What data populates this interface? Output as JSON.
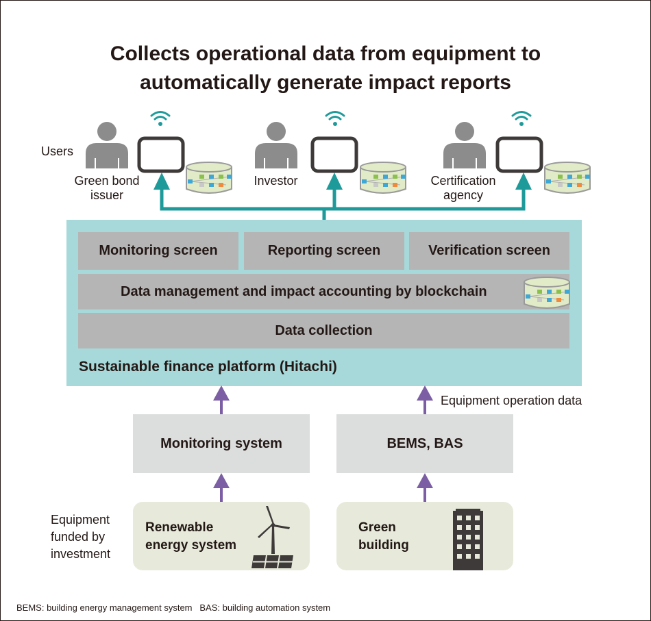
{
  "title": {
    "line1": "Collects operational data from equipment to",
    "line2": "automatically generate impact reports"
  },
  "users": {
    "label": "Users",
    "items": [
      {
        "name_line1": "Green bond",
        "name_line2": "issuer",
        "icons": [
          "person-icon",
          "tablet-icon",
          "wifi-icon",
          "blockchain-database-icon"
        ]
      },
      {
        "name_line1": "Investor",
        "name_line2": "",
        "icons": [
          "person-icon",
          "tablet-icon",
          "wifi-icon",
          "blockchain-database-icon"
        ]
      },
      {
        "name_line1": "Certification",
        "name_line2": "agency",
        "icons": [
          "person-icon",
          "tablet-icon",
          "wifi-icon",
          "blockchain-database-icon"
        ]
      }
    ]
  },
  "platform": {
    "name": "Sustainable finance platform (Hitachi)",
    "screens": [
      "Monitoring screen",
      "Reporting screen",
      "Verification screen"
    ],
    "blockchain_layer": "Data management and impact accounting by blockchain",
    "collection_layer": "Data collection"
  },
  "flow_label": "Equipment operation data",
  "systems": [
    "Monitoring system",
    "BEMS, BAS"
  ],
  "equipment": {
    "label_line1": "Equipment",
    "label_line2": "funded by",
    "label_line3": "investment",
    "items": [
      {
        "line1": "Renewable",
        "line2": "energy system",
        "icon": "wind-turbine-solar-icon"
      },
      {
        "line1": "Green",
        "line2": "building",
        "icon": "building-icon"
      }
    ]
  },
  "footnote": "BEMS: building energy management system   BAS: building automation system",
  "colors": {
    "teal_arrow": "#1f9a9a",
    "purple_arrow": "#7b5ea3",
    "platform_bg": "#a7d9da",
    "layer_gray": "#b5b5b5",
    "system_gray": "#dcdddd",
    "equipment_bg": "#e7eadb"
  }
}
